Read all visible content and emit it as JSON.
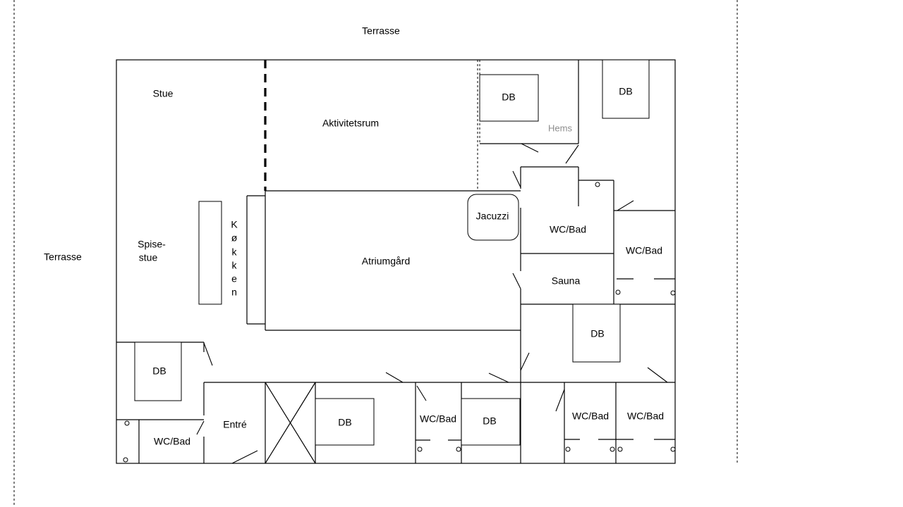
{
  "plan": {
    "terrace_top": "Terrasse",
    "terrace_left": "Terrasse",
    "living": "Stue",
    "dining_line1": "Spise-",
    "dining_line2": "stue",
    "kitchen_letters": [
      "K",
      "ø",
      "k",
      "k",
      "e",
      "n"
    ],
    "activity": "Aktivitetsrum",
    "atrium": "Atriumgård",
    "jacuzzi": "Jacuzzi",
    "loft": "Hems",
    "sauna": "Sauna",
    "entrance": "Entré",
    "bed": "DB",
    "wc": "WC/Bad"
  }
}
